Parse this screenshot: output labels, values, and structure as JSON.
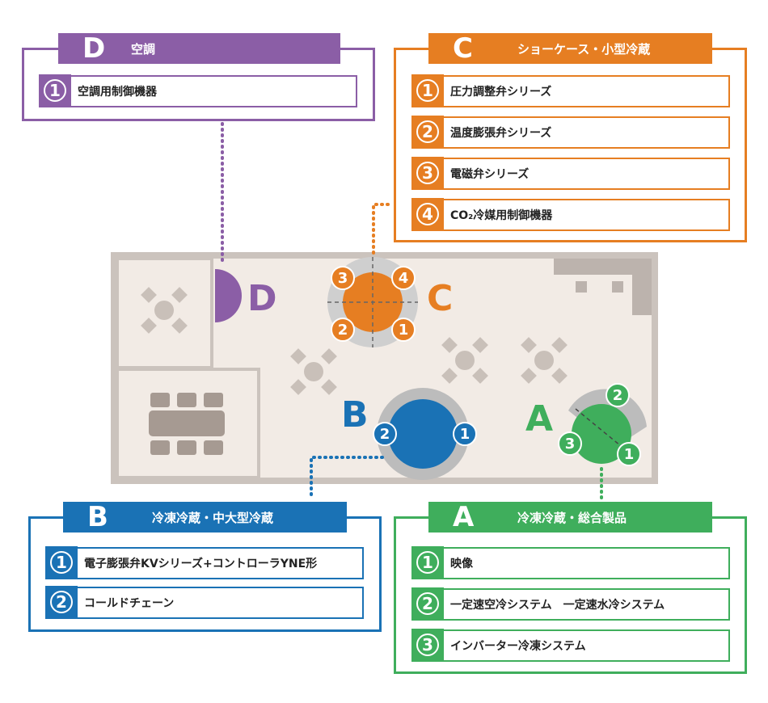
{
  "colors": {
    "purple": "#8b5ea6",
    "orange": "#e67e22",
    "blue": "#1a72b5",
    "green": "#3fae5c",
    "floor": "#f2ebe5",
    "wall": "#cbc3bd",
    "gray": "#bcbcbc"
  },
  "zones": {
    "D": {
      "letter": "D",
      "title": "空調",
      "items": [
        {
          "num": "1",
          "label": "空調用制御機器"
        }
      ]
    },
    "C": {
      "letter": "C",
      "title": "ショーケース・小型冷蔵",
      "items": [
        {
          "num": "1",
          "label": "圧力調整弁シリーズ"
        },
        {
          "num": "2",
          "label": "温度膨張弁シリーズ"
        },
        {
          "num": "3",
          "label": "電磁弁シリーズ"
        },
        {
          "num": "4",
          "label": "CO₂冷媒用制御機器"
        }
      ]
    },
    "B": {
      "letter": "B",
      "title": "冷凍冷蔵・中大型冷蔵",
      "items": [
        {
          "num": "1",
          "label": "電子膨張弁KVシリーズ+コントローラYNE形"
        },
        {
          "num": "2",
          "label": "コールドチェーン"
        }
      ]
    },
    "A": {
      "letter": "A",
      "title": "冷凍冷蔵・総合製品",
      "items": [
        {
          "num": "1",
          "label": "映像"
        },
        {
          "num": "2",
          "label": "一定速空冷システム　一定速水冷システム"
        },
        {
          "num": "3",
          "label": "インバーター冷凍システム"
        }
      ]
    }
  },
  "map": {
    "C_markers": [
      "3",
      "4",
      "2",
      "1"
    ],
    "B_markers": [
      "2",
      "1"
    ],
    "A_markers": [
      "2",
      "3",
      "1"
    ]
  }
}
